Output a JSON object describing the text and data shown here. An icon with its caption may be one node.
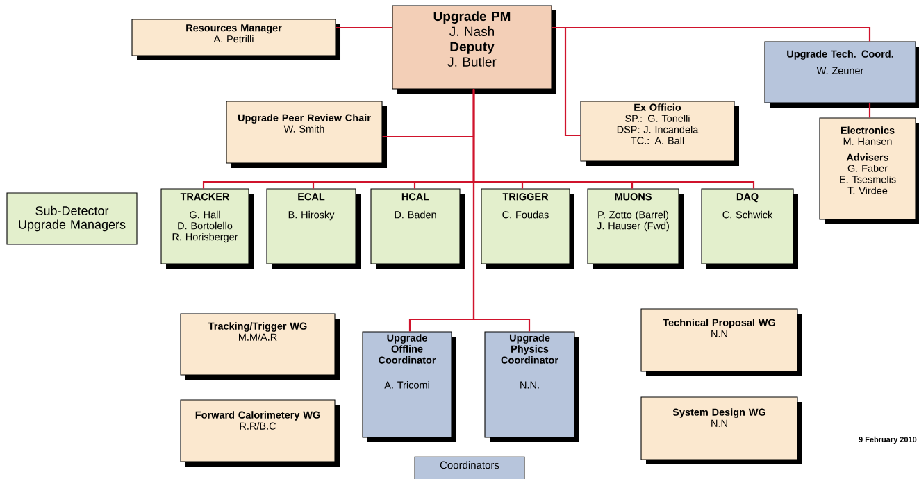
{
  "diagram": {
    "nodes": [
      {
        "text": [
          "Upgrade PM",
          "J. Nash",
          "Deputy",
          "J. Butler"
        ]
      },
      {
        "text": [
          "Resources Manager",
          "A. Petrilli"
        ]
      },
      {
        "text": [
          "Upgrade Tech. Coord.",
          "W. Zeuner"
        ]
      },
      {
        "text": [
          "Upgrade Peer Review Chair",
          "W. Smith"
        ]
      },
      {
        "text": [
          "Ex Officio",
          "SP.: G. Tonelli",
          "DSP: J. Incandela",
          "TC.: A. Ball"
        ]
      },
      {
        "text": [
          "Electronics",
          "M. Hansen",
          "Advisers",
          "G. Faber",
          "E. Tsesmelis",
          "T. Virdee"
        ]
      },
      {
        "text": [
          "Sub-Detector Upgrade Managers"
        ]
      },
      {
        "text": [
          "TRACKER",
          "G. Hall",
          "D. Bortolello",
          "R. Horisberger"
        ]
      },
      {
        "text": [
          "ECAL",
          "B. Hirosky"
        ]
      },
      {
        "text": [
          "HCAL",
          "D. Baden"
        ]
      },
      {
        "text": [
          "TRIGGER",
          "C. Foudas"
        ]
      },
      {
        "text": [
          "MUONS",
          "P. Zotto (Barrel)",
          "J. Hauser (Fwd)"
        ]
      },
      {
        "text": [
          "DAQ",
          "C. Schwick"
        ]
      },
      {
        "text": [
          "Tracking/Trigger WG",
          "M.M/A.R"
        ]
      },
      {
        "text": [
          "Upgrade Offline Coordinator",
          "A. Tricomi"
        ]
      },
      {
        "text": [
          "Upgrade Physics Coordinator",
          "N.N."
        ]
      },
      {
        "text": [
          "Technical Proposal WG",
          "N.N"
        ]
      },
      {
        "text": [
          "Forward Calorimetery WG",
          "R.R/B.C"
        ]
      },
      {
        "text": [
          "System Design WG",
          "N.N"
        ]
      },
      {
        "text": [
          "Coordinators"
        ]
      }
    ],
    "edges": [
      {
        "from": 0,
        "to": 1,
        "arrow": "none"
      },
      {
        "from": 0,
        "to": 2,
        "arrow": "none"
      },
      {
        "from": 0,
        "to": 4,
        "arrow": "none"
      },
      {
        "from": 0,
        "to": 3,
        "arrow": "none"
      },
      {
        "from": 0,
        "to": 7,
        "arrow": "none"
      },
      {
        "from": 0,
        "to": 8,
        "arrow": "none"
      },
      {
        "from": 0,
        "to": 9,
        "arrow": "none"
      },
      {
        "from": 0,
        "to": 10,
        "arrow": "none"
      },
      {
        "from": 0,
        "to": 11,
        "arrow": "none"
      },
      {
        "from": 0,
        "to": 12,
        "arrow": "none"
      },
      {
        "from": 0,
        "to": 14,
        "arrow": "none"
      },
      {
        "from": 0,
        "to": 15,
        "arrow": "none"
      },
      {
        "from": 2,
        "to": 5,
        "arrow": "none"
      }
    ],
    "labels": [
      "9 February 2010"
    ]
  }
}
